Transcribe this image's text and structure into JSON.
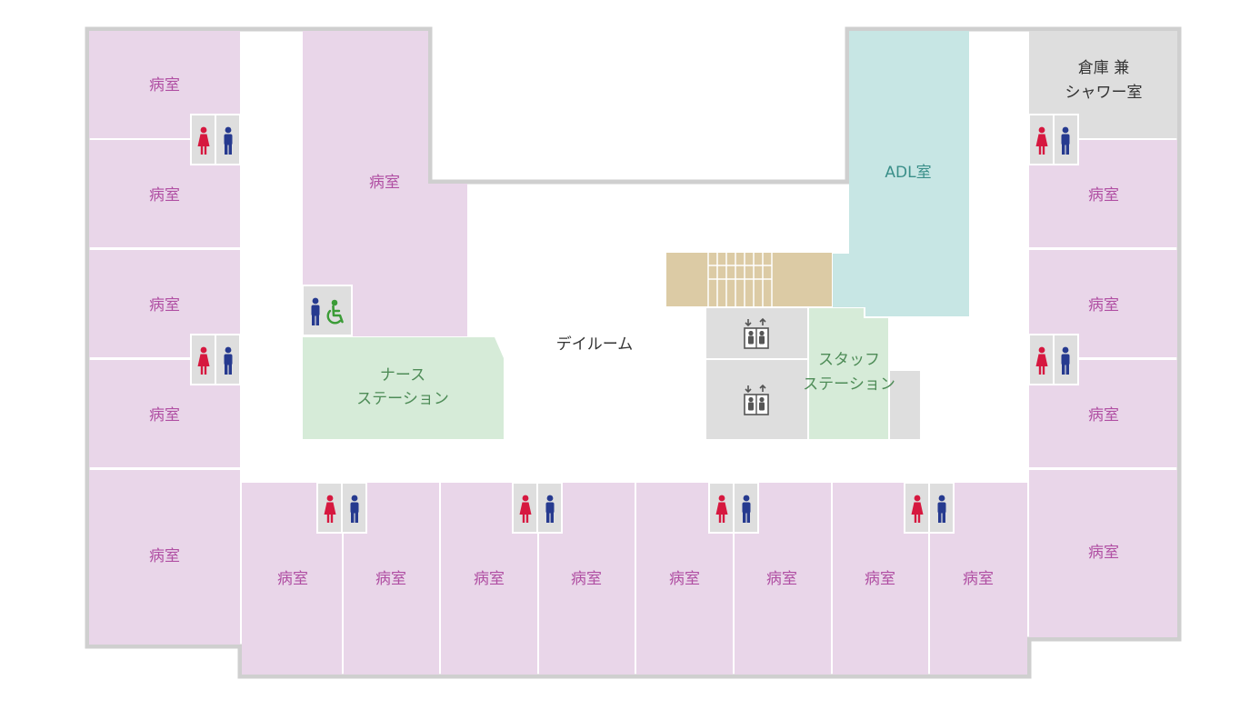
{
  "labels": {
    "room": "病室",
    "storage_line1": "倉庫 兼",
    "storage_line2": "シャワー室",
    "adl": "ADL室",
    "dayroom": "デイルーム",
    "nurse_line1": "ナース",
    "nurse_line2": "ステーション",
    "staff_line1": "スタッフ",
    "staff_line2": "ステーション"
  },
  "colors": {
    "room": "#e9d6e9",
    "room_text": "#b04fa3",
    "wall": "#cfcfcf",
    "green_area": "#d6ebd8",
    "green_text": "#4e8c57",
    "adl_area": "#c7e6e4",
    "adl_text": "#3a8f89",
    "stairs": "#dccba5",
    "gray_area": "#dedede",
    "dark_text": "#333333",
    "female": "#d6183f",
    "male": "#263a8f",
    "accessible": "#3b9c37"
  },
  "icons": {
    "female": "female-restroom-icon",
    "male": "male-restroom-icon",
    "accessible": "wheelchair-icon",
    "elevator": "elevator-icon"
  }
}
